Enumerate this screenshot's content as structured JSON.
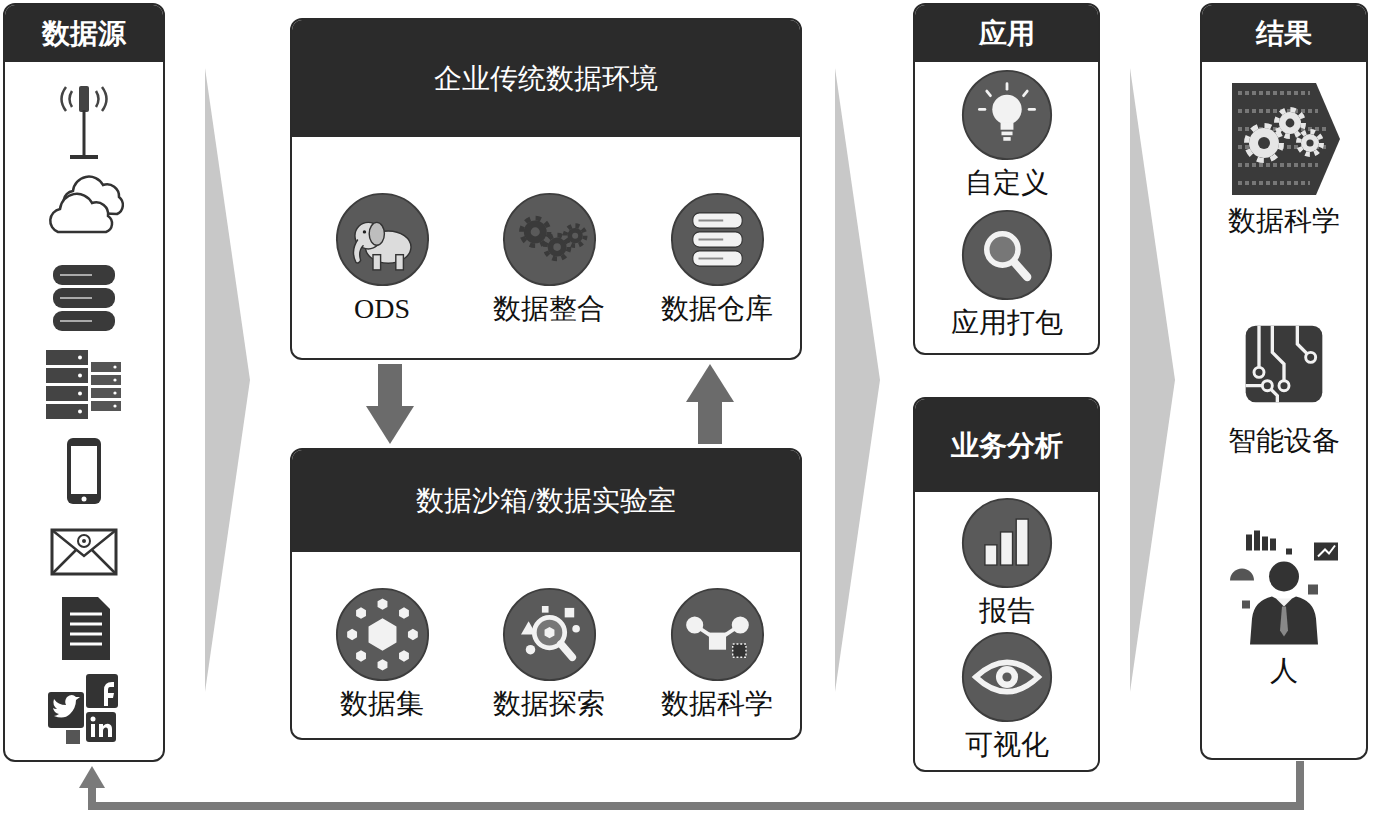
{
  "diagram": {
    "nodes": [
      {
        "text": [
          "数据源"
        ]
      },
      {
        "text": [
          "企业传统数据环境"
        ]
      },
      {
        "text": [
          "ODS"
        ],
        "in": 1
      },
      {
        "text": [
          "数据整合"
        ],
        "in": 1
      },
      {
        "text": [
          "数据仓库"
        ],
        "in": 1
      },
      {
        "text": [
          "数据沙箱/数据实验室"
        ]
      },
      {
        "text": [
          "数据集"
        ],
        "in": 5
      },
      {
        "text": [
          "数据探索"
        ],
        "in": 5
      },
      {
        "text": [
          "数据科学"
        ],
        "in": 5
      },
      {
        "text": [
          "应用"
        ]
      },
      {
        "text": [
          "自定义"
        ],
        "in": 9
      },
      {
        "text": [
          "应用打包"
        ],
        "in": 9
      },
      {
        "text": [
          "业务分析"
        ]
      },
      {
        "text": [
          "报告"
        ],
        "in": 12
      },
      {
        "text": [
          "可视化"
        ],
        "in": 12
      },
      {
        "text": [
          "结果"
        ]
      },
      {
        "text": [
          "数据科学"
        ],
        "in": 15
      },
      {
        "text": [
          "智能设备"
        ],
        "in": 15
      },
      {
        "text": [
          "人"
        ],
        "in": 15
      }
    ],
    "edges": [
      {
        "from": 1,
        "to": 5,
        "arrow": "to"
      },
      {
        "from": 5,
        "to": 1,
        "arrow": "to"
      },
      {
        "from": 15,
        "to": 0,
        "arrow": "to"
      }
    ]
  }
}
